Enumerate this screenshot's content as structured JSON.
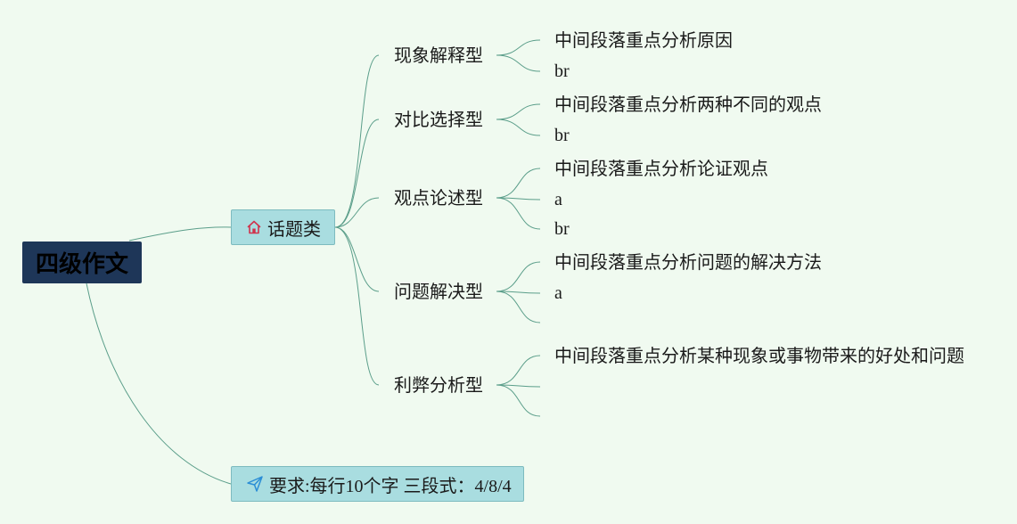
{
  "root": {
    "label": "四级作文"
  },
  "topic_node": {
    "label": "话题类",
    "icon": "home-icon",
    "icon_color": "#d0334c"
  },
  "subtopics": [
    {
      "label": "现象解释型",
      "leaves": [
        "中间段落重点分析原因",
        "br"
      ]
    },
    {
      "label": "对比选择型",
      "leaves": [
        "中间段落重点分析两种不同的观点",
        "br"
      ]
    },
    {
      "label": "观点论述型",
      "leaves": [
        "中间段落重点分析论证观点",
        "a",
        "br"
      ]
    },
    {
      "label": "问题解决型",
      "leaves": [
        "中间段落重点分析问题的解决方法",
        "a",
        ""
      ]
    },
    {
      "label": "利弊分析型",
      "leaves": [
        "中间段落重点分析某种现象或事物带来的好处和问题",
        "",
        ""
      ]
    }
  ],
  "requirement_node": {
    "label": "要求:每行10个字 三段式：4/8/4",
    "icon": "send-icon",
    "icon_color": "#2b8ed6"
  },
  "colors": {
    "background": "#f0faf0",
    "line": "#5b9e8a",
    "root_fill": "#1e3658",
    "node_fill": "#a9dde0"
  }
}
